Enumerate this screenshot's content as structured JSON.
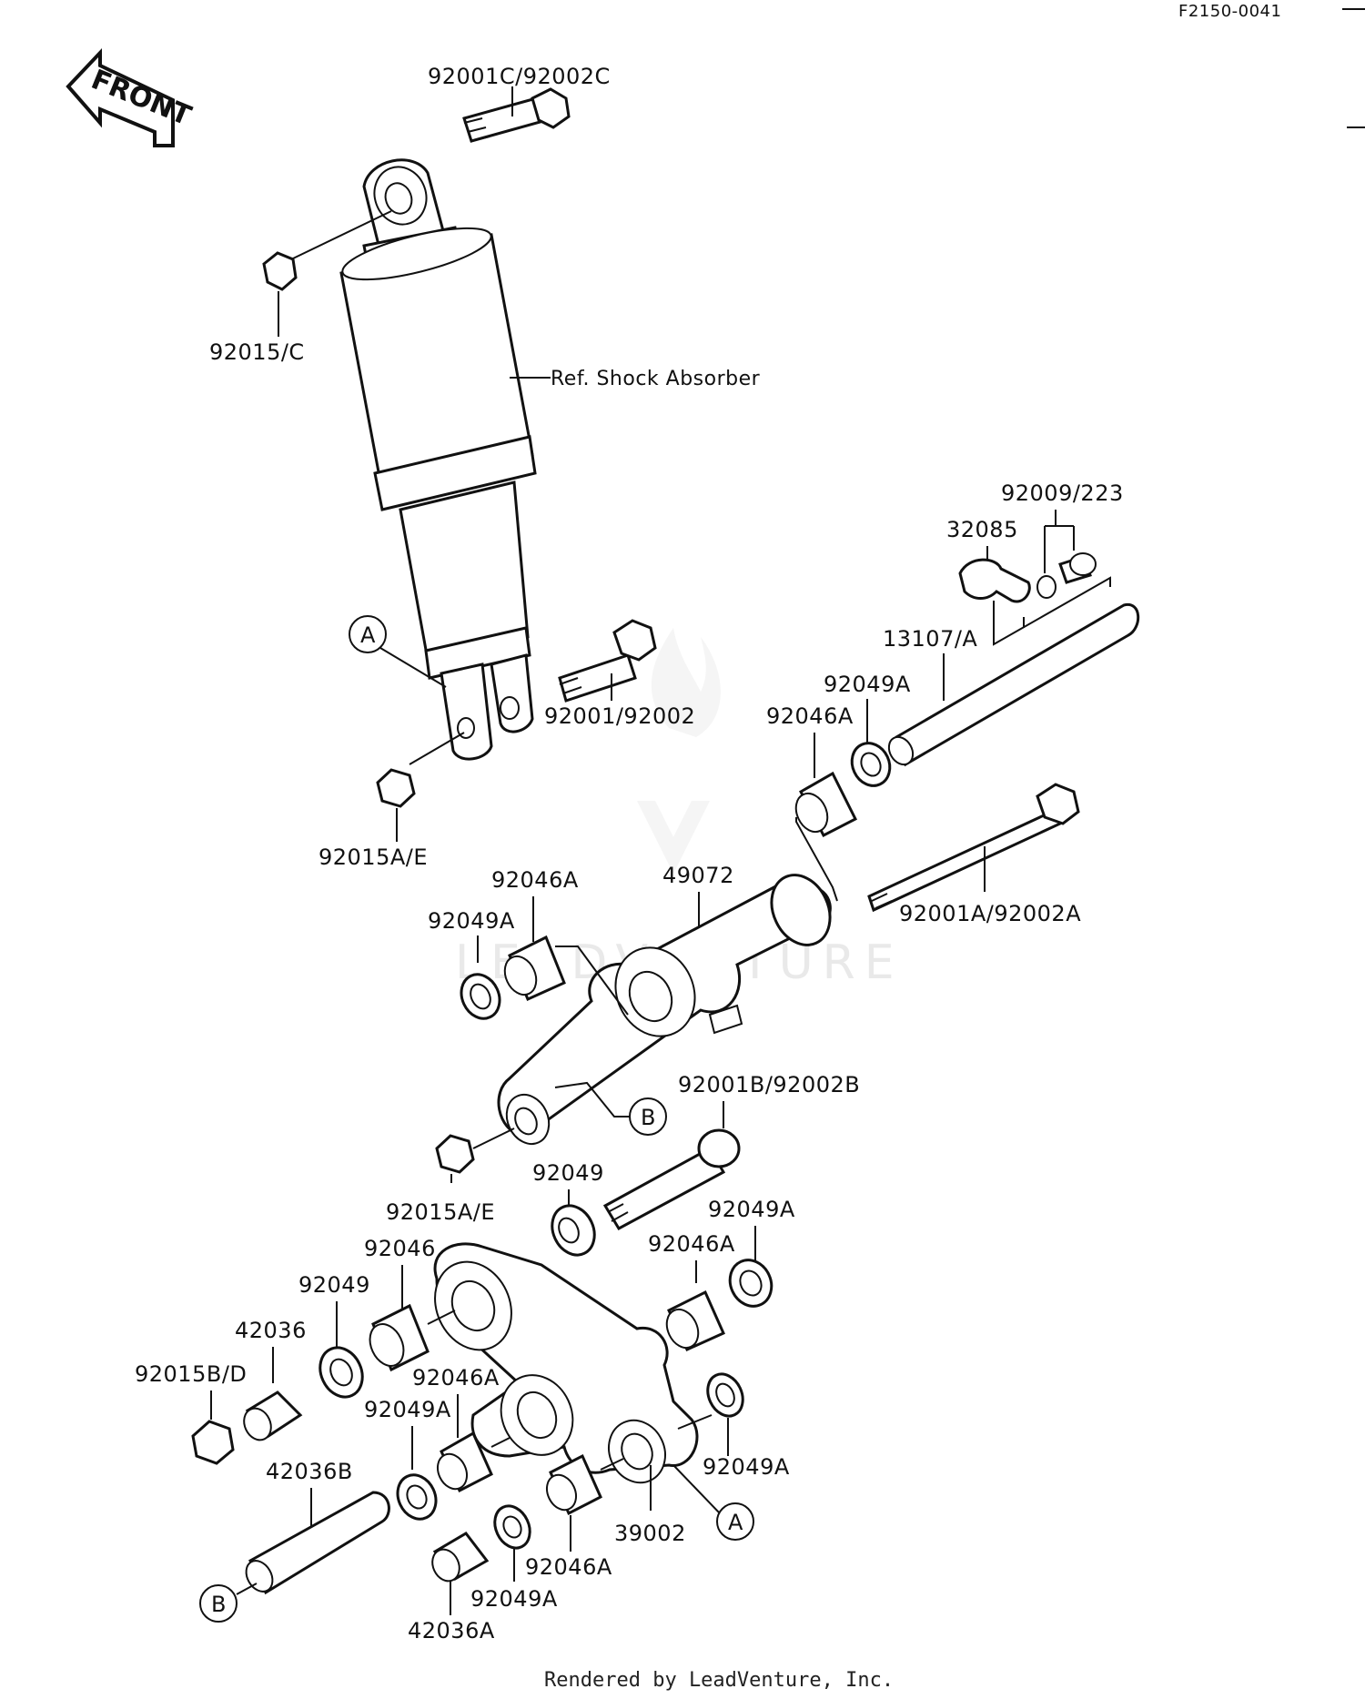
{
  "diagram_code": "F2150-0041",
  "front_label": "FRONT",
  "ref_label": "Ref. Shock Absorber",
  "footer": "Rendered by LeadVenture, Inc.",
  "watermark": "LEADVENTURE",
  "callouts": {
    "a_top": "A",
    "a_bottom": "A",
    "b_mid": "B",
    "b_bottom": "B"
  },
  "labels": {
    "p92001C_92002C": "92001C/92002C",
    "p92015_C": "92015/C",
    "p92009_223": "92009/223",
    "p32085": "32085",
    "p13107_A": "13107/A",
    "p92049A_1": "92049A",
    "p92046A_1": "92046A",
    "p92001_92002": "92001/92002",
    "p92015A_E_1": "92015A/E",
    "p92046A_2": "92046A",
    "p49072": "49072",
    "p92049A_2": "92049A",
    "p92001A_92002A": "92001A/92002A",
    "p92001B_92002B": "92001B/92002B",
    "p92015A_E_2": "92015A/E",
    "p92049_1": "92049",
    "p92049A_3": "92049A",
    "p92046": "92046",
    "p92046A_3": "92046A",
    "p92049_2": "92049",
    "p42036": "42036",
    "p92015B_D": "92015B/D",
    "p92046A_4": "92046A",
    "p92049A_4": "92049A",
    "p92049A_5": "92049A",
    "p42036B": "42036B",
    "p39002": "39002",
    "p92046A_5": "92046A",
    "p92049A_6": "92049A",
    "p42036A": "42036A"
  }
}
